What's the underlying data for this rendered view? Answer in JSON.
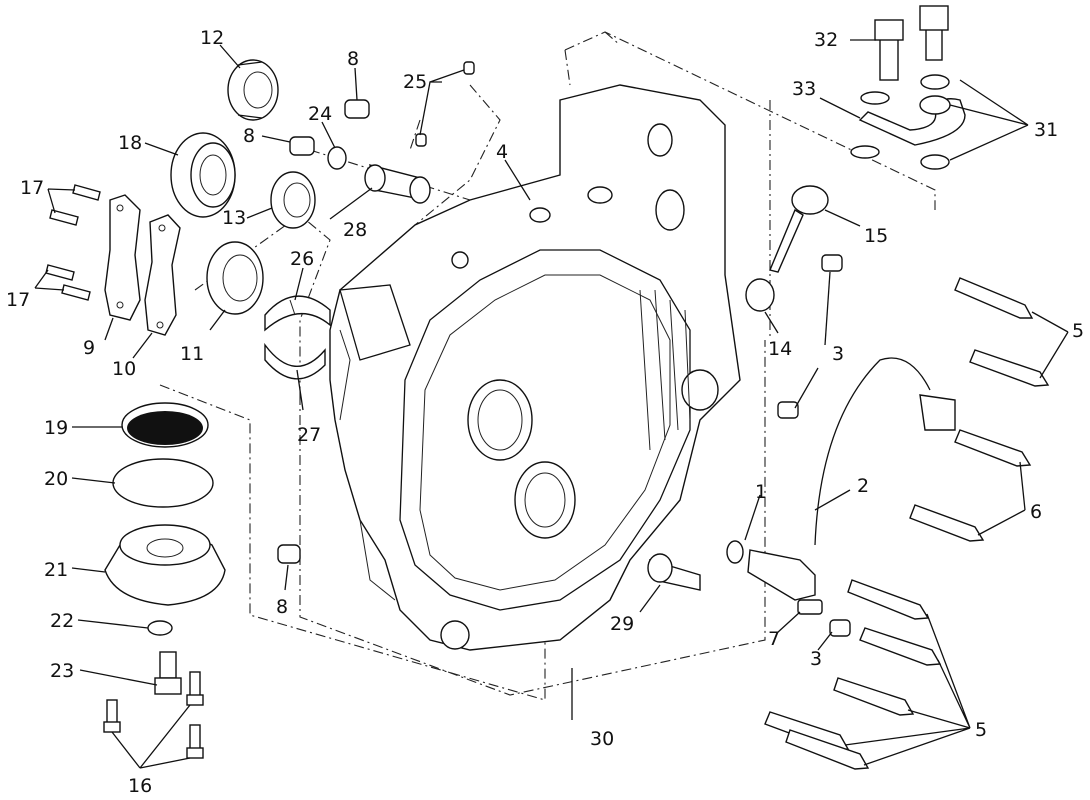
{
  "labels": {
    "l1": "1",
    "l2": "2",
    "l3a": "3",
    "l3b": "3",
    "l4": "4",
    "l5a": "5",
    "l5b": "5",
    "l6": "6",
    "l7": "7",
    "l8a": "8",
    "l8b": "8",
    "l8c": "8",
    "l9": "9",
    "l10": "10",
    "l11": "11",
    "l12": "12",
    "l13": "13",
    "l14": "14",
    "l15": "15",
    "l16": "16",
    "l17a": "17",
    "l17b": "17",
    "l18": "18",
    "l19": "19",
    "l20": "20",
    "l21": "21",
    "l22": "22",
    "l23": "23",
    "l24": "24",
    "l25": "25",
    "l26": "26",
    "l27": "27",
    "l28": "28",
    "l29": "29",
    "l30": "30",
    "l31": "31",
    "l32": "32",
    "l33": "33"
  },
  "colors": {
    "line": "#111111",
    "background": "#ffffff"
  }
}
